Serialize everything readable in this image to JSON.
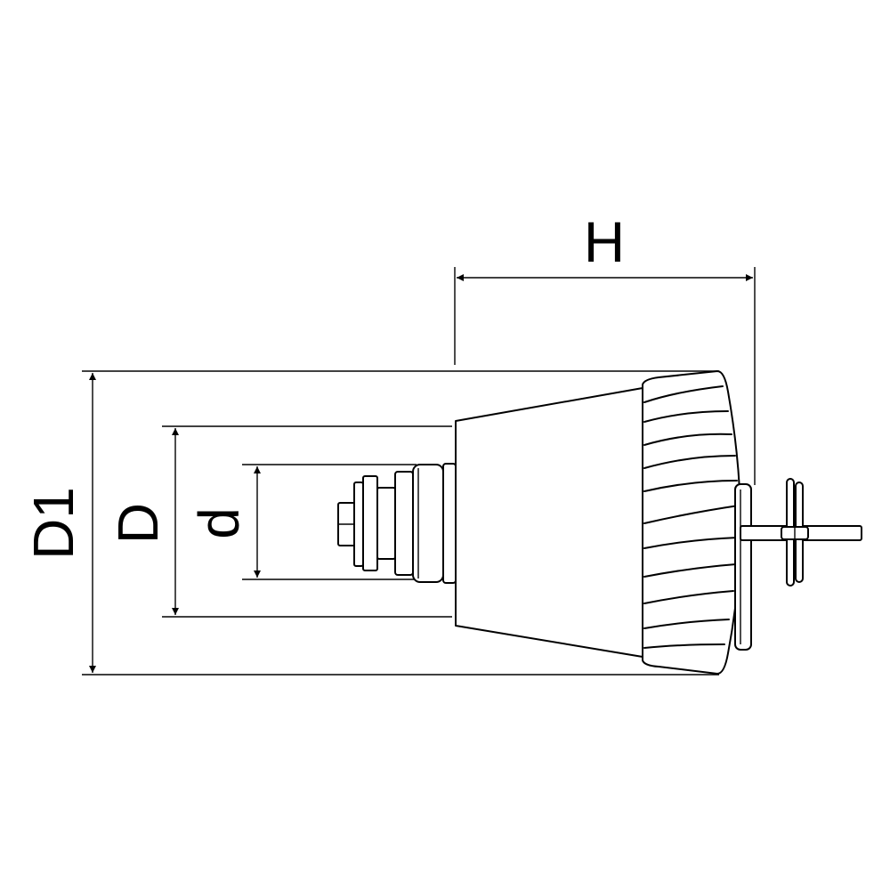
{
  "diagram": {
    "labels": {
      "height": "H",
      "outer_diameter": "D1",
      "body_diameter": "D",
      "connection_diameter": "d"
    },
    "line_color": "#000000",
    "background_color": "#ffffff"
  }
}
